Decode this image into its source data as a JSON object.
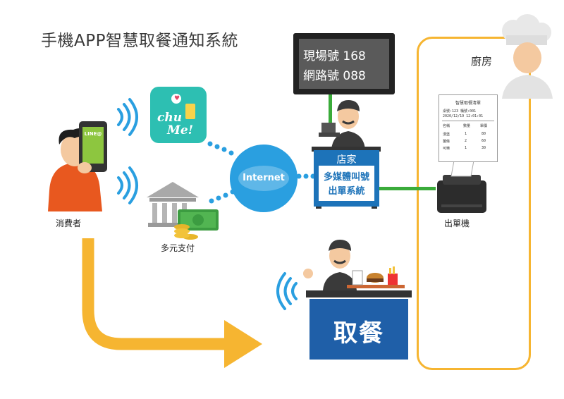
{
  "title": "手機APP智慧取餐通知系統",
  "kitchen": {
    "label": "廚房"
  },
  "monitor": {
    "line1": "現場號 168",
    "line2": "網路號 088"
  },
  "store": {
    "label": "店家",
    "system_line1": "多媒體叫號",
    "system_line2": "出單系統"
  },
  "pickup": {
    "label": "取餐"
  },
  "consumer": {
    "label": "消費者",
    "phone_badge": "LINE@"
  },
  "payment": {
    "label": "多元支付"
  },
  "printer": {
    "label": "出單機"
  },
  "internet": {
    "label": "Internet"
  },
  "app": {
    "line1": "chu",
    "line2": "Me!"
  },
  "receipt": {
    "title": "智慧取餐清單",
    "meta1": "桌號:123    桶號:001",
    "meta2": "2020/12/19  12:01:01",
    "header": [
      "名稱",
      "數量",
      "單價"
    ],
    "rows": [
      [
        "漢堡",
        "1",
        "80"
      ],
      [
        "薯條",
        "2",
        "60"
      ],
      [
        "可樂",
        "1",
        "30"
      ]
    ]
  },
  "colors": {
    "accent_orange": "#f6b531",
    "blue": "#1d73b9",
    "teal": "#2dbfb2",
    "green": "#3aab3a"
  }
}
